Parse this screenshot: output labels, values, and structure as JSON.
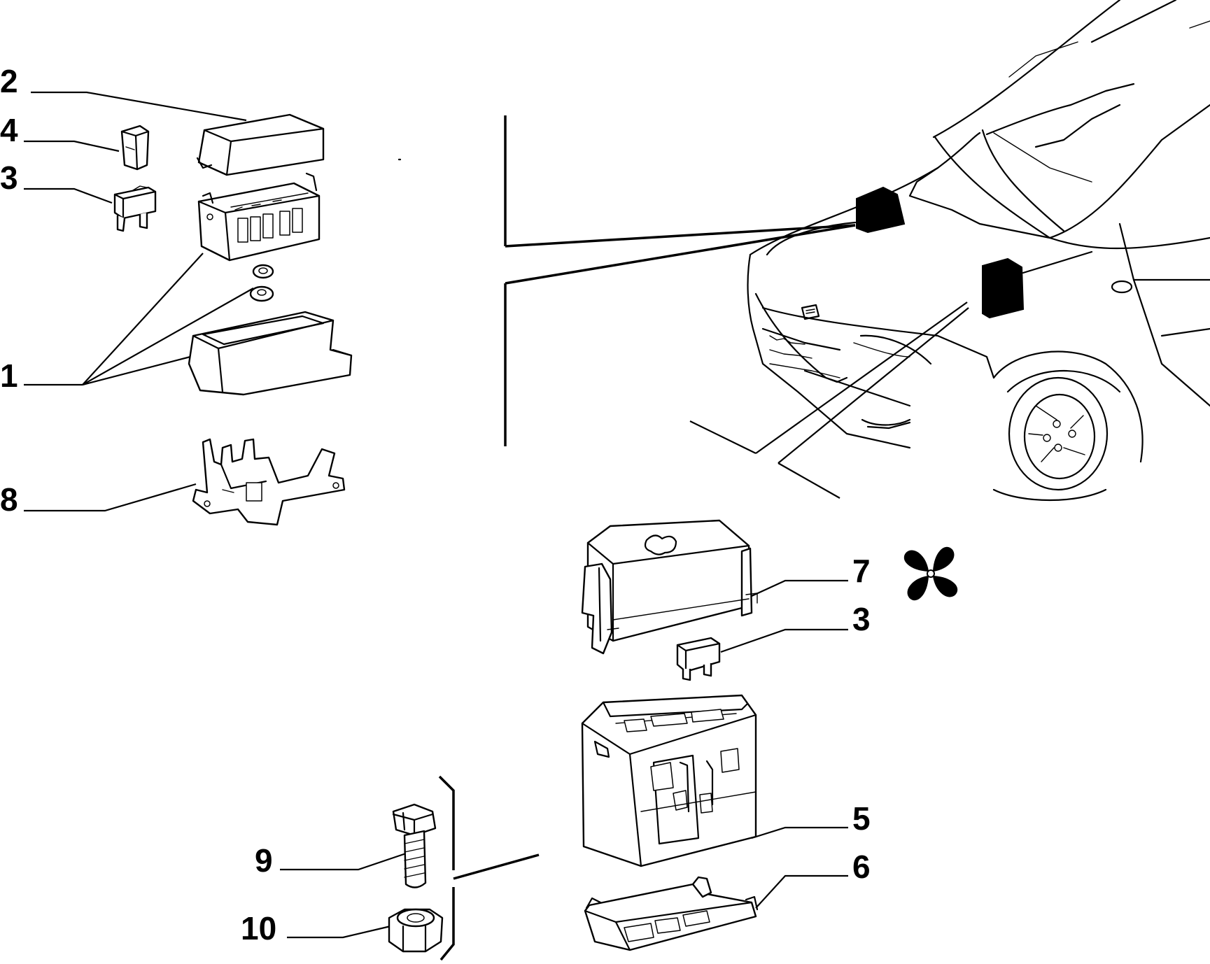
{
  "callouts": {
    "c2": "2",
    "c4": "4",
    "c3a": "3",
    "c1": "1",
    "c8": "8",
    "c7": "7",
    "c3b": "3",
    "c5": "5",
    "c6": "6",
    "c9": "9",
    "c10": "10"
  },
  "icons": {
    "fan": "fan-icon"
  },
  "colors": {
    "ink": "#000000",
    "paper": "#ffffff"
  }
}
